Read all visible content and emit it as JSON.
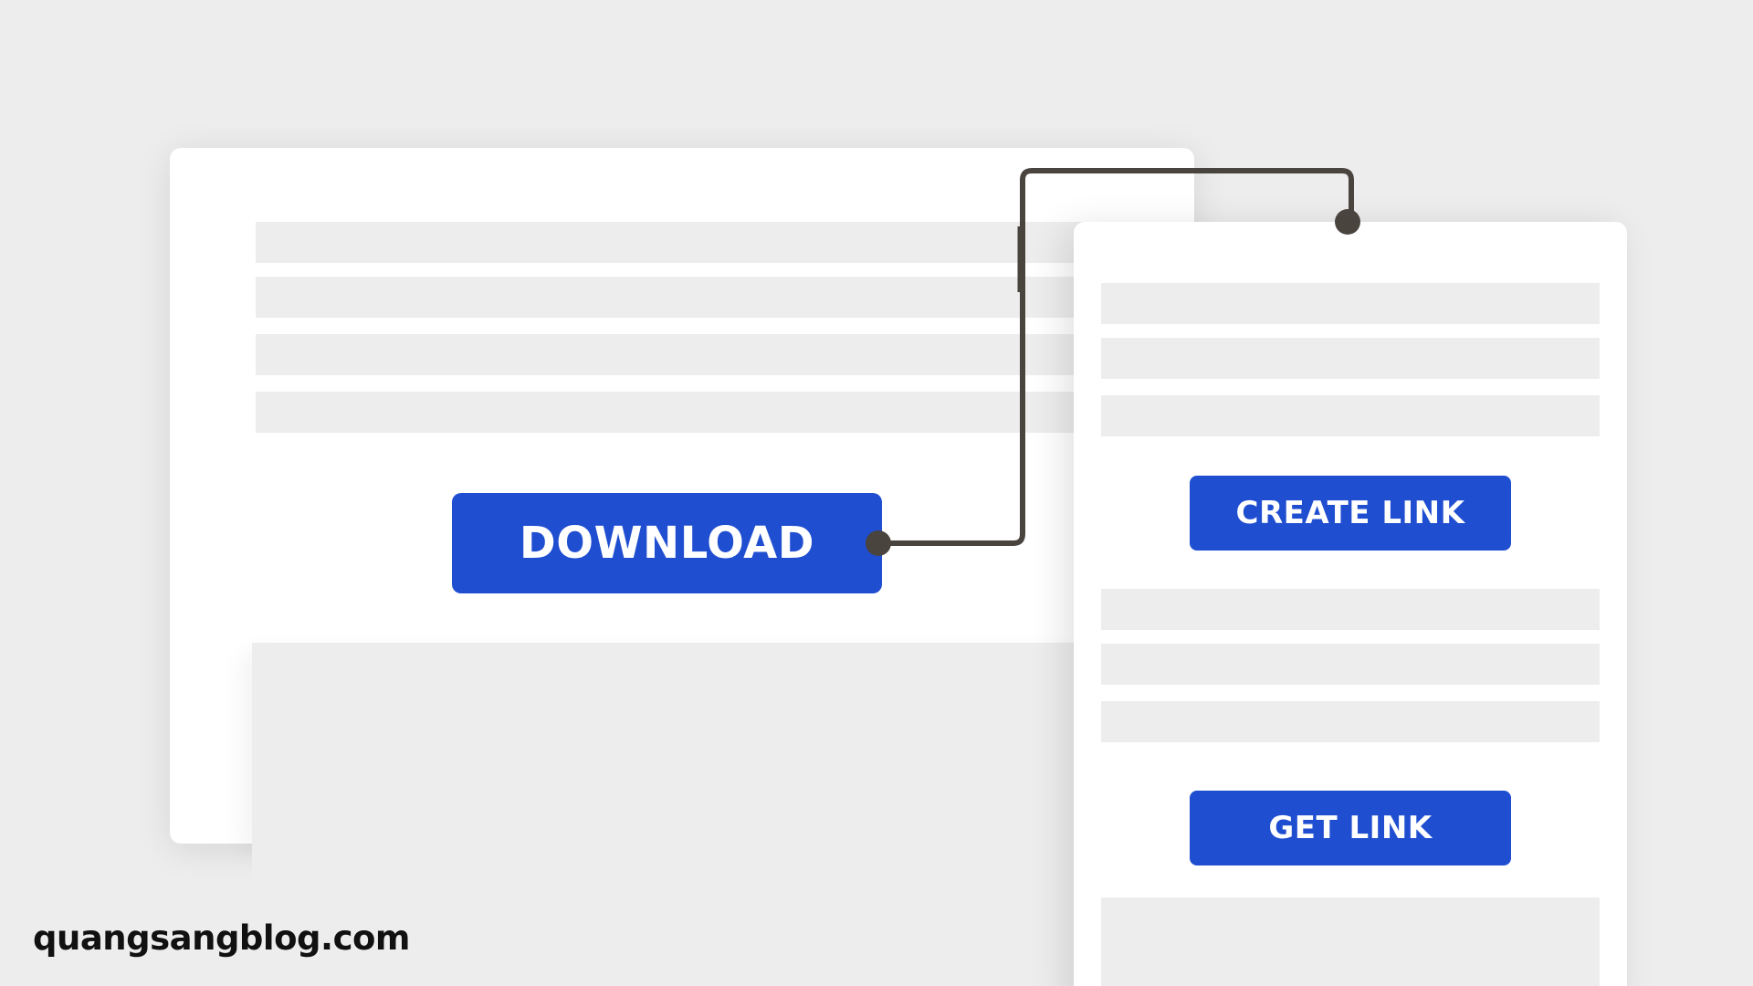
{
  "buttons": {
    "download_label": "DOWNLOAD",
    "create_link_label": "CREATE LINK",
    "get_link_label": "GET LINK"
  },
  "brand": {
    "text": "quangsangblog.com"
  },
  "colors": {
    "background": "#ededed",
    "card": "#ffffff",
    "button_blue": "#1f4ed0",
    "connector": "#4a443f",
    "brand_underline": "#f4a0a0"
  },
  "icons": {
    "connector_start": "connector-dot-icon",
    "connector_end": "connector-dot-icon"
  }
}
